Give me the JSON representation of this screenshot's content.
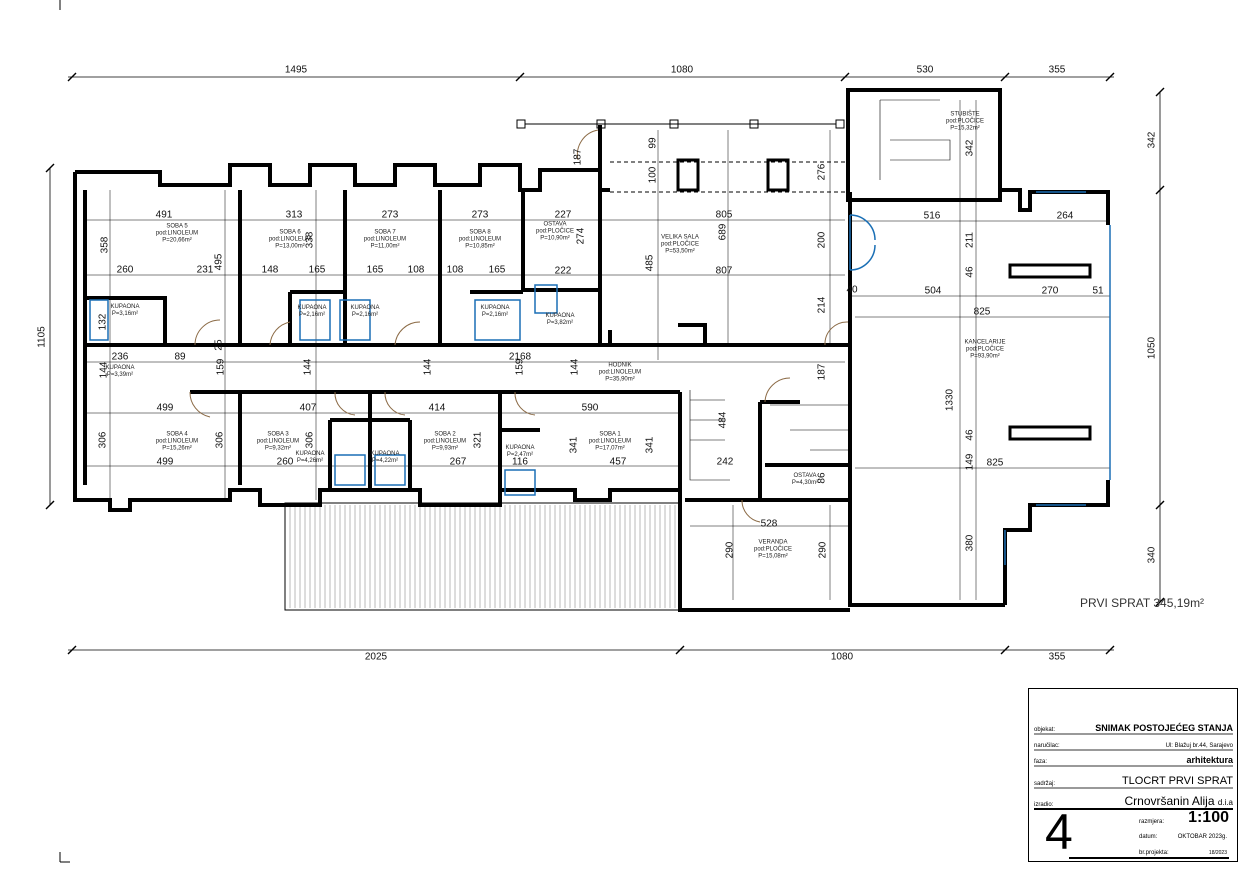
{
  "plan": {
    "overall_dims_top": [
      "1495",
      "1080",
      "530",
      "355"
    ],
    "overall_dims_bottom": [
      "2025",
      "1080",
      "355"
    ],
    "overall_dims_left": [
      "1105"
    ],
    "overall_dims_right": [
      "342",
      "1050",
      "340"
    ],
    "total_area": "PRVI SPRAT 345,19m²",
    "rooms": [
      {
        "name": "SOBA 5",
        "floor": "pod:LINOLEUM",
        "area": "P=20,66m²"
      },
      {
        "name": "SOBA 6",
        "floor": "pod:LINOLEUM",
        "area": "P=13,00m²"
      },
      {
        "name": "SOBA 7",
        "floor": "pod:LINOLEUM",
        "area": "P=11,00m²"
      },
      {
        "name": "SOBA 8",
        "floor": "pod:LINOLEUM",
        "area": "P=10,85m²"
      },
      {
        "name": "OSTAVA",
        "floor": "pod:PLOČICE",
        "area": "P=10,90m²"
      },
      {
        "name": "VELIKA SALA",
        "floor": "pod:PLOČICE",
        "area": "P=53,50m²"
      },
      {
        "name": "STUBIŠTE",
        "floor": "pod:PLOČICE",
        "area": "P=15,32m²"
      },
      {
        "name": "KANCELARIJE",
        "floor": "pod:PLOČICE",
        "area": "P=93,90m²"
      },
      {
        "name": "KUPAONA",
        "floor": "",
        "area": "P=3,16m²"
      },
      {
        "name": "KUPAONA",
        "floor": "",
        "area": "P=2,16m²"
      },
      {
        "name": "KUPAONA",
        "floor": "",
        "area": "P=2,16m²"
      },
      {
        "name": "KUPAONA",
        "floor": "",
        "area": "P=2,16m²"
      },
      {
        "name": "KUPAONA",
        "floor": "",
        "area": "P=3,82m²"
      },
      {
        "name": "KUPAONA",
        "floor": "",
        "area": "P=3,39m²"
      },
      {
        "name": "HODNIK",
        "floor": "pod:LINOLEUM",
        "area": "P=35,90m²"
      },
      {
        "name": "SOBA 4",
        "floor": "pod:LINOLEUM",
        "area": "P=15,26m²"
      },
      {
        "name": "SOBA 3",
        "floor": "pod:LINOLEUM",
        "area": "P=9,32m²"
      },
      {
        "name": "KUPAONA",
        "floor": "",
        "area": "P=4,26m²"
      },
      {
        "name": "KUPAONA",
        "floor": "",
        "area": "P=4,22m²"
      },
      {
        "name": "SOBA 2",
        "floor": "pod:LINOLEUM",
        "area": "P=9,93m²"
      },
      {
        "name": "KUPAONA",
        "floor": "",
        "area": "P=2,47m²"
      },
      {
        "name": "SOBA 1",
        "floor": "pod:LINOLEUM",
        "area": "P=17,07m²"
      },
      {
        "name": "OSTAVA",
        "floor": "",
        "area": "P=4,30m²"
      },
      {
        "name": "VERANDA",
        "floor": "pod:PLOČICE",
        "area": "P=15,08m²"
      }
    ],
    "dimensions": [
      "491",
      "260",
      "231",
      "358",
      "495",
      "313",
      "148",
      "165",
      "338",
      "273",
      "165",
      "108",
      "273",
      "108",
      "165",
      "227",
      "222",
      "274",
      "187",
      "99",
      "100",
      "805",
      "807",
      "689",
      "485",
      "276",
      "200",
      "214",
      "40",
      "516",
      "264",
      "211",
      "46",
      "504",
      "270",
      "51",
      "825",
      "1330",
      "46",
      "149",
      "825",
      "380",
      "342",
      "132",
      "236",
      "89",
      "144",
      "25",
      "159",
      "144",
      "144",
      "2168",
      "159",
      "144",
      "499",
      "407",
      "414",
      "590",
      "306",
      "306",
      "306",
      "321",
      "341",
      "341",
      "499",
      "260",
      "267",
      "457",
      "116",
      "484",
      "242",
      "528",
      "290",
      "290",
      "86",
      "187"
    ]
  },
  "title_block": {
    "objekat_label": "objekat:",
    "objekat": "SNIMAK POSTOJEĆEG STANJA",
    "narucilac_label": "naručilac:",
    "narucilac": "Ul: Blažuj br.44, Sarajevo",
    "faza_label": "faza:",
    "faza": "arhitektura",
    "sadrzaj_label": "sadržaj:",
    "sadrzaj": "TLOCRT PRVI SPRAT",
    "izradio_label": "izradio:",
    "izradio": "Crnovršanin Alija",
    "izradio_title": "d.i.a",
    "razmjera_label": "razmjera:",
    "razmjera": "1:100",
    "datum_label": "datum:",
    "datum": "OKTOBAR 2023g.",
    "broj_label": "br.projekta:",
    "broj": "18/2023",
    "sheet_number": "4"
  }
}
